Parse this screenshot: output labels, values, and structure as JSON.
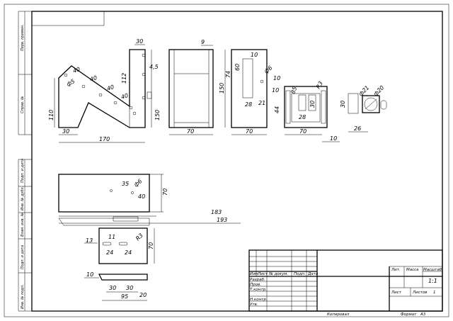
{
  "drawing": {
    "side_strip": [
      "Перв. примен.",
      "Справ. №",
      "Подп. и дата",
      "Инв. № дубл.",
      "Взам. инв. №",
      "Подп. и дата",
      "Инв. № подл."
    ],
    "title_block": {
      "cols": [
        "Изм",
        "Лист",
        "№ докум.",
        "Подп.",
        "Дата"
      ],
      "rows": [
        "Разраб.",
        "Пров.",
        "Т.контр.",
        "",
        "Н.контр.",
        "Утв."
      ],
      "lit_label": "Лит.",
      "mass_label": "Масса",
      "scale_label": "Масштаб",
      "scale_value": "1:1",
      "sheet_label": "Лист",
      "sheets_label": "Листов",
      "sheets_value": "1",
      "copied_label": "Копировал",
      "format_label": "Формат",
      "format_value": "А3"
    },
    "dims": {
      "v1": {
        "d30": "30",
        "d40a": "40",
        "d40b": "40",
        "d40c": "40",
        "d40d": "40",
        "phi5": "ф5",
        "d45": "4,5",
        "d112": "112",
        "d110": "110",
        "d150": "150",
        "d30b": "30",
        "d170": "170"
      },
      "v2": {
        "d9": "9",
        "d150": "150",
        "d70": "70"
      },
      "v3": {
        "d10": "10",
        "d60": "60",
        "d74": "74",
        "phi6": "ф6",
        "d28": "28",
        "d21": "21",
        "d70": "70"
      },
      "v4": {
        "d10": "10",
        "d85": "85",
        "d44": "44",
        "d30": "30",
        "d28": "28",
        "r3": "R3",
        "d70": "70",
        "d10b": "10"
      },
      "v5": {
        "phi21": "ф21",
        "phi20": "ф20",
        "d30": "30",
        "d26": "26"
      },
      "v6": {
        "d35": "35",
        "phi6": "ф6",
        "d40": "40",
        "d70": "70",
        "d183": "183",
        "d193": "193"
      },
      "v7": {
        "d11": "11",
        "d13": "13",
        "d24a": "24",
        "d24b": "24",
        "r3": "R3",
        "d70": "70"
      },
      "v8": {
        "d10": "10",
        "d30a": "30",
        "d30b": "30",
        "d95": "95",
        "d20": "20"
      }
    }
  }
}
